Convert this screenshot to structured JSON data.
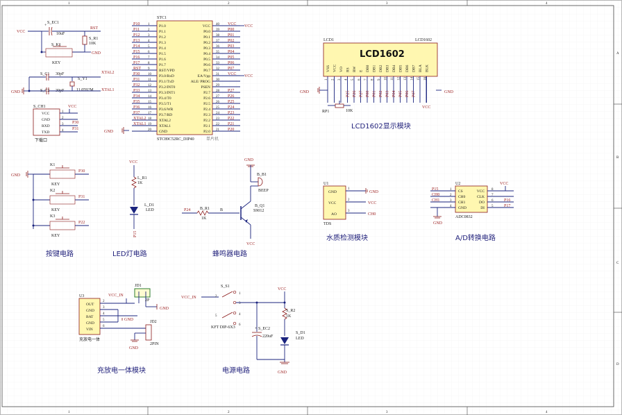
{
  "frame": {
    "top_numbers": [
      "1",
      "2",
      "3",
      "4"
    ],
    "bottom_numbers": [
      "1",
      "2",
      "3",
      "4"
    ],
    "side_letters": [
      "A",
      "B",
      "C",
      "D"
    ]
  },
  "captions": {
    "lcd_module": "LCD1602显示模块",
    "keys": "按键电路",
    "led": "LED灯电路",
    "buzzer": "蜂鸣器电路",
    "water": "水质检测模块",
    "adc": "A/D转换电路",
    "charger": "充放电一体模块",
    "power": "电源电路"
  },
  "mcu": {
    "ref": "STC1",
    "part": "STC89C52RC_DIP40",
    "subtitle": "单片机",
    "left_pins": [
      {
        "net": "P10",
        "name": "P1.0",
        "num": "1"
      },
      {
        "net": "P11",
        "name": "P1.1",
        "num": "2"
      },
      {
        "net": "P12",
        "name": "P1.2",
        "num": "3"
      },
      {
        "net": "P13",
        "name": "P1.3",
        "num": "4"
      },
      {
        "net": "P14",
        "name": "P1.4",
        "num": "5"
      },
      {
        "net": "P15",
        "name": "P1.5",
        "num": "6"
      },
      {
        "net": "P16",
        "name": "P1.6",
        "num": "7"
      },
      {
        "net": "P17",
        "name": "P1.7",
        "num": "8"
      },
      {
        "net": "RST",
        "name": "RST/VPD",
        "num": "9"
      },
      {
        "net": "P30",
        "name": "P3.0/RxD",
        "num": "10"
      },
      {
        "net": "P31",
        "name": "P3.1/TxD",
        "num": "11"
      },
      {
        "net": "P32",
        "name": "P3.2/INT0",
        "num": "12"
      },
      {
        "net": "P33",
        "name": "P3.3/INT1",
        "num": "13"
      },
      {
        "net": "P34",
        "name": "P3.4/T0",
        "num": "14"
      },
      {
        "net": "P35",
        "name": "P3.5/T1",
        "num": "15"
      },
      {
        "net": "P36",
        "name": "P3.6/WR",
        "num": "16"
      },
      {
        "net": "P37",
        "name": "P3.7/RD",
        "num": "17"
      },
      {
        "net": "XTAL2",
        "name": "XTAL2",
        "num": "18"
      },
      {
        "net": "XTAL1",
        "name": "XTAL1",
        "num": "19"
      },
      {
        "net": "GND",
        "name": "GND",
        "num": "20"
      }
    ],
    "right_pins": [
      {
        "net": "VCC",
        "name": "VCC",
        "num": "40"
      },
      {
        "net": "P00",
        "name": "P0.0",
        "num": "39"
      },
      {
        "net": "P01",
        "name": "P0.1",
        "num": "38"
      },
      {
        "net": "P02",
        "name": "P0.2",
        "num": "37"
      },
      {
        "net": "P03",
        "name": "P0.3",
        "num": "36"
      },
      {
        "net": "P04",
        "name": "P0.4",
        "num": "35"
      },
      {
        "net": "P05",
        "name": "P0.5",
        "num": "34"
      },
      {
        "net": "P06",
        "name": "P0.6",
        "num": "33"
      },
      {
        "net": "P07",
        "name": "P0.7",
        "num": "32"
      },
      {
        "net": "VCC",
        "name": "EA/Vpp",
        "num": "31"
      },
      {
        "net": "",
        "name": "ALE/ PROG",
        "num": "30"
      },
      {
        "net": "",
        "name": "PSEN",
        "num": "29"
      },
      {
        "net": "P27",
        "name": "P2.7",
        "num": "28"
      },
      {
        "net": "P26",
        "name": "P2.6",
        "num": "27"
      },
      {
        "net": "P25",
        "name": "P2.5",
        "num": "26"
      },
      {
        "net": "P24",
        "name": "P2.4",
        "num": "25"
      },
      {
        "net": "P23",
        "name": "P2.3",
        "num": "24"
      },
      {
        "net": "P22",
        "name": "P2.2",
        "num": "23"
      },
      {
        "net": "P21",
        "name": "P2.1",
        "num": "22"
      },
      {
        "net": "P20",
        "name": "P2.0",
        "num": "21"
      }
    ]
  },
  "reset": {
    "vcc": "VCC",
    "cap_ref": "S_EC1",
    "cap_val": "10uF",
    "res_ref": "S_R1",
    "res_val": "10K",
    "net": "RST",
    "key_ref": "S_K1",
    "key_val": "KEY",
    "gnd": "GND"
  },
  "crystal": {
    "c1_ref": "S_C1",
    "c1_val": "30pF",
    "c2_ref": "S_C2",
    "c2_val": "30pF",
    "y_ref": "S_Y1",
    "y_val": "11.0592M",
    "net_x2": "XTAL2",
    "net_x1": "XTAL1",
    "gnd": "GND"
  },
  "download": {
    "ref": "S_CH1",
    "pins": [
      "VCC",
      "GND",
      "RXD",
      "TXD"
    ],
    "nums": [
      "1",
      "2",
      "3",
      "4"
    ],
    "nets": [
      "VCC",
      "",
      "P30",
      "P31"
    ],
    "label": "下载口"
  },
  "lcd": {
    "ref": "LCD1",
    "part": "LCD1602",
    "title": "LCD1602",
    "pins": [
      "VSS",
      "VCC",
      "VO",
      "RS",
      "RW",
      "E",
      "DB0",
      "DB1",
      "DB2",
      "DB3",
      "DB4",
      "DB5",
      "DB6",
      "DB7",
      "BLA",
      "BLK"
    ],
    "nums": [
      "1",
      "2",
      "3",
      "4",
      "5",
      "6",
      "7",
      "8",
      "9",
      "10",
      "11",
      "12",
      "13",
      "14",
      "15",
      "16"
    ],
    "nets": [
      "",
      "",
      "",
      "P25",
      "P26",
      "P27",
      "P00",
      "P01",
      "P02",
      "P03",
      "P04",
      "P05",
      "P06",
      "P07",
      "",
      ""
    ],
    "pot_ref": "RP1",
    "pot_val": "10K",
    "gnd": "GND",
    "vcc": "VCC"
  },
  "keys": {
    "gnd": "GND",
    "items": [
      {
        "ref": "K1",
        "val": "KEY",
        "net": "P30"
      },
      {
        "ref": "K2",
        "val": "KEY",
        "net": "P31"
      },
      {
        "ref": "K3",
        "val": "KEY",
        "net": "P22"
      }
    ]
  },
  "led": {
    "vcc": "VCC",
    "res_ref": "L_R1",
    "res_val": "1K",
    "led_ref": "L_D1",
    "led_val": "LED",
    "net": "P15"
  },
  "buzzer": {
    "gnd": "GND",
    "beep_ref": "B_B1",
    "beep_val": "BEEP",
    "net": "P24",
    "res_ref": "B_R1",
    "res_val": "1K",
    "node": "B",
    "q_ref": "B_Q1",
    "q_val": "S9012",
    "vcc": "VCC"
  },
  "tds": {
    "ref": "U1",
    "part": "TDS",
    "pins": [
      "GND",
      "VCC",
      "AO"
    ],
    "nums": [
      "1",
      "2",
      "3"
    ],
    "nets": [
      "GND",
      "VCC",
      "CH0"
    ]
  },
  "adc": {
    "ref": "U2",
    "part": "ADC0832",
    "left_pins": [
      "CS",
      "CH0",
      "CH1",
      "GND"
    ],
    "left_nets": [
      "P15",
      "CH0",
      "CH1",
      ""
    ],
    "left_nums": [
      "1",
      "2",
      "3",
      "4"
    ],
    "right_pins": [
      "VCC",
      "CLK",
      "DO",
      "DI"
    ],
    "right_nets": [
      "VCC",
      "",
      "P16",
      "P17"
    ],
    "right_nums": [
      "8",
      "7",
      "6",
      "5"
    ],
    "gnd": "GND",
    "vcc": "VCC"
  },
  "charger": {
    "ref": "U3",
    "label": "充放电一体",
    "pins": [
      "OUT",
      "GND",
      "BAT",
      "GND",
      "VIN"
    ],
    "nums": [
      "2",
      "3",
      "4",
      "5",
      "6"
    ],
    "vcc_in": "VCC_IN",
    "jd1_ref": "JD1",
    "jd1_val": "2P",
    "jd2_ref": "JD2",
    "jd2_val": "2PIN",
    "gnd": "GND"
  },
  "power": {
    "vcc_in": "VCC_IN",
    "sw_ref": "S_S1",
    "sw_val": "KFT DIP-6X3",
    "cap_ref": "S_EC2",
    "cap_val": "220uF",
    "res_ref": "S_R2",
    "res_val": "1K",
    "led_ref": "S_D1",
    "led_val": "LED",
    "vcc": "VCC",
    "gnd": "GND"
  }
}
